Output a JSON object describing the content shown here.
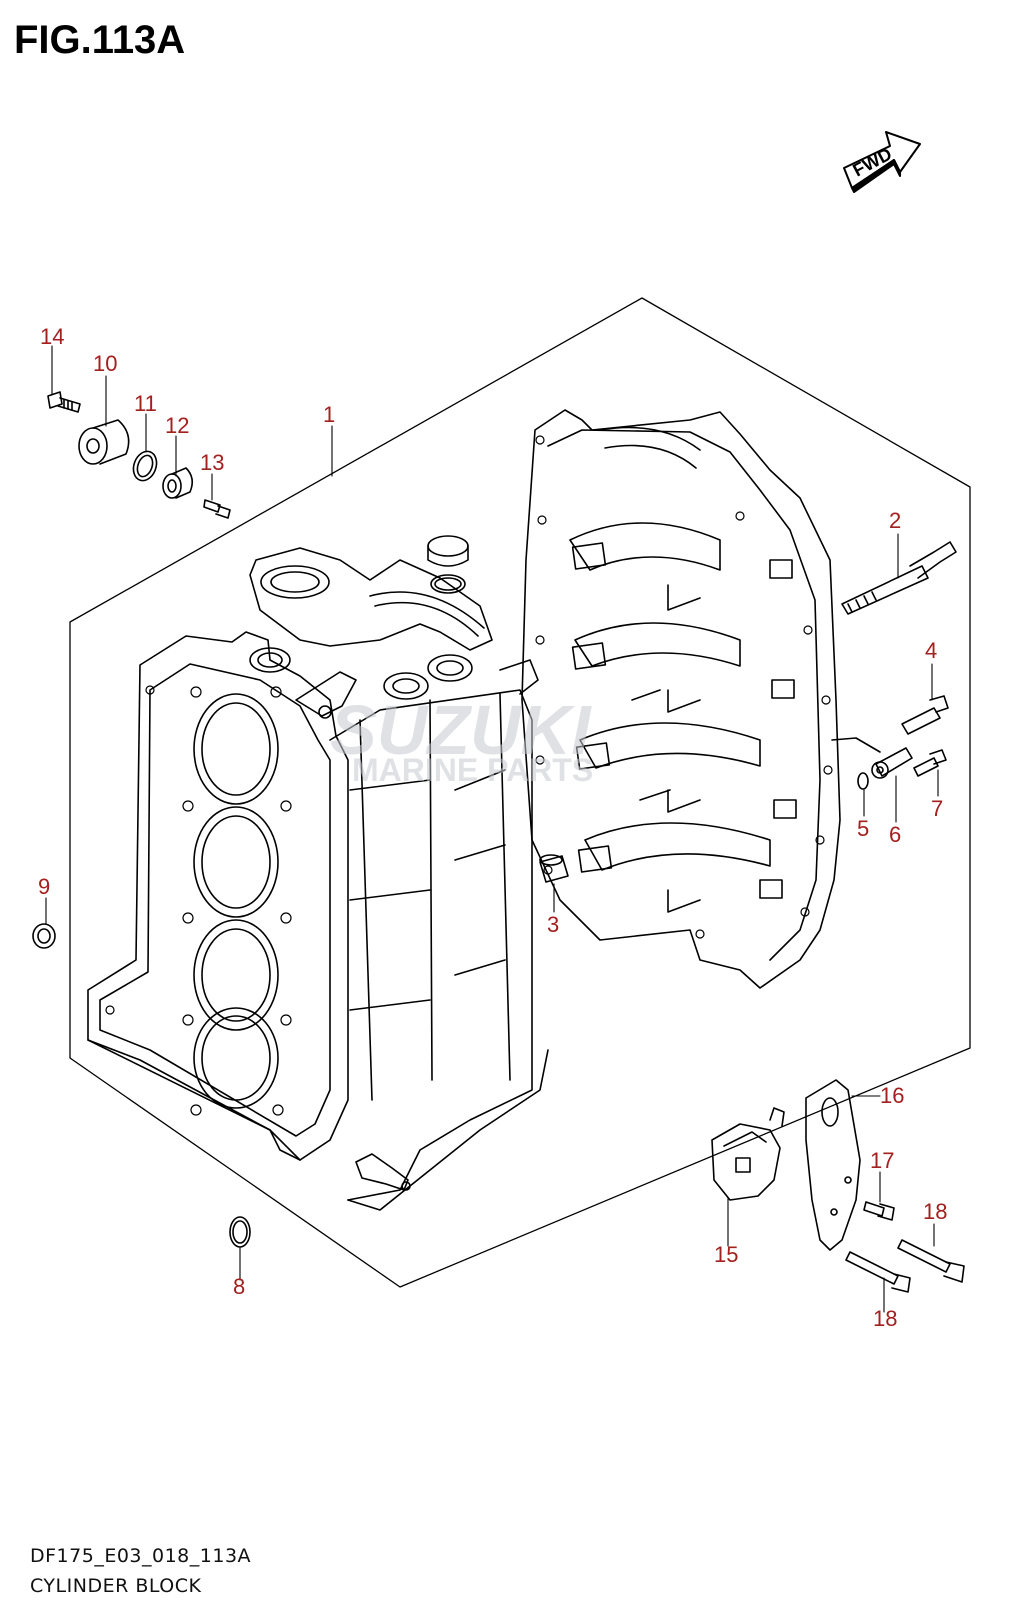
{
  "figure": {
    "title": "FIG.113A",
    "fwd_label": "FWD",
    "footer_code": "DF175_E03_018_113A",
    "footer_name": "CYLINDER BLOCK"
  },
  "watermark": {
    "brand": "SUZUKI",
    "subtitle": "MARINE PARTS"
  },
  "colors": {
    "callout": "#a2201e",
    "line": "#000000"
  },
  "callouts": {
    "c1": "1",
    "c2": "2",
    "c3": "3",
    "c4": "4",
    "c5": "5",
    "c6": "6",
    "c7": "7",
    "c8": "8",
    "c9": "9",
    "c10": "10",
    "c11": "11",
    "c12": "12",
    "c13": "13",
    "c14": "14",
    "c15": "15",
    "c16": "16",
    "c17": "17",
    "c18a": "18",
    "c18b": "18"
  }
}
